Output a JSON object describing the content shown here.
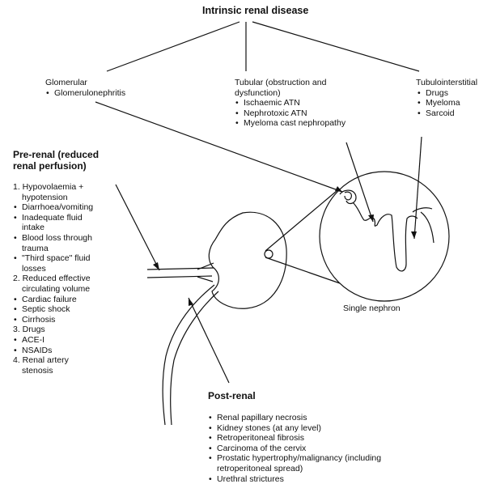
{
  "intrinsic": {
    "title": "Intrinsic renal disease",
    "glomerular": {
      "heading": "Glomerular",
      "items": [
        "Glomerulonephritis"
      ]
    },
    "tubular": {
      "heading_line1": "Tubular (obstruction and",
      "heading_line2": "dysfunction)",
      "items": [
        "Ischaemic ATN",
        "Nephrotoxic ATN",
        "Myeloma cast nephropathy"
      ]
    },
    "tubulointerstitial": {
      "heading": "Tubulointerstitial",
      "items": [
        "Drugs",
        "Myeloma",
        "Sarcoid"
      ]
    }
  },
  "prerenal": {
    "title_line1": "Pre-renal (reduced",
    "title_line2": "renal perfusion)",
    "lines": [
      {
        "text": "1. Hypovolaemia +",
        "bullet": false
      },
      {
        "text": "hypotension",
        "bullet": false,
        "indent": true
      },
      {
        "text": "Diarrhoea/vomiting",
        "bullet": true
      },
      {
        "text": "Inadequate fluid",
        "bullet": true
      },
      {
        "text": "intake",
        "bullet": false,
        "indent": true
      },
      {
        "text": "Blood loss through",
        "bullet": true
      },
      {
        "text": "trauma",
        "bullet": false,
        "indent": true
      },
      {
        "text": "\"Third space\" fluid",
        "bullet": true
      },
      {
        "text": "losses",
        "bullet": false,
        "indent": true
      },
      {
        "text": "2. Reduced effective",
        "bullet": false
      },
      {
        "text": "circulating volume",
        "bullet": false,
        "indent": true
      },
      {
        "text": "Cardiac failure",
        "bullet": true
      },
      {
        "text": "Septic shock",
        "bullet": true
      },
      {
        "text": "Cirrhosis",
        "bullet": true
      },
      {
        "text": "3. Drugs",
        "bullet": false
      },
      {
        "text": "ACE-I",
        "bullet": true
      },
      {
        "text": "NSAIDs",
        "bullet": true
      },
      {
        "text": "4. Renal artery",
        "bullet": false
      },
      {
        "text": "stenosis",
        "bullet": false,
        "indent": true
      }
    ]
  },
  "single_nephron_label": "Single nephron",
  "postrenal": {
    "title": "Post-renal",
    "items": [
      "Renal papillary necrosis",
      "Kidney stones (at any level)",
      "Retroperitoneal fibrosis",
      "Carcinoma of the cervix",
      "Prostatic hypertrophy/malignancy (including",
      "retroperitoneal spread)",
      "Urethral strictures"
    ],
    "continuation_index": 5
  }
}
